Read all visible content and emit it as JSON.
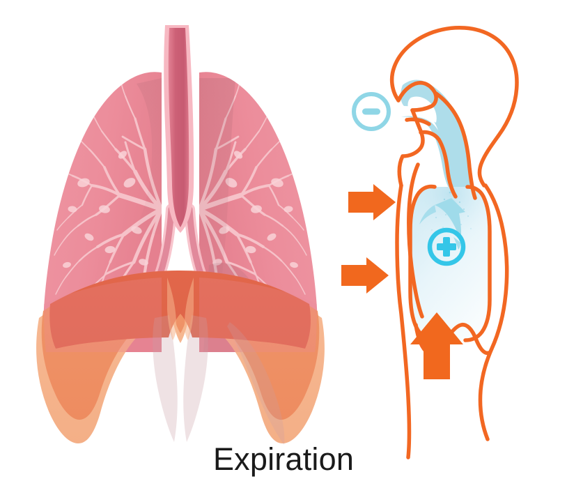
{
  "figure": {
    "title": "Expiration",
    "subject": "respiratory-mechanics-diagram",
    "background_color": "#ffffff"
  },
  "caption": {
    "text": "Expiration"
  },
  "palette": {
    "orange_stroke": "#F26722",
    "orange_arrow": "#F1681E",
    "lung_pink": "#ED919E",
    "lung_pink_light": "#F6B7BE",
    "bronchi_light": "#F8CBD1",
    "trachea_rose": "#D0647A",
    "trachea_outline": "#F7B8C2",
    "diaphragm_dark": "#E2674A",
    "diaphragm_mid": "#EE8F63",
    "diaphragm_light": "#F4AC81",
    "airway_blue": "#AEDDEA",
    "cavity_blue": "#D8EEF5",
    "minus_blue": "#8FD6E6",
    "plus_cyan": "#34C6E8",
    "arrow_blue": "#9FDBEA",
    "caption_color": "#1a1a1a"
  },
  "left_panel": {
    "name": "anatomical-lungs-illustration",
    "parts": [
      {
        "id": "trachea",
        "label": "Trachea"
      },
      {
        "id": "left-lung",
        "label": "Left lung"
      },
      {
        "id": "right-lung",
        "label": "Right lung"
      },
      {
        "id": "bronchial-tree",
        "label": "Bronchial tree"
      },
      {
        "id": "diaphragm",
        "label": "Diaphragm (raised, domed)"
      }
    ]
  },
  "right_panel": {
    "name": "schematic-body-diagram",
    "parts": [
      {
        "id": "head-outline",
        "label": "Head outline"
      },
      {
        "id": "nasal-airway",
        "label": "Nasal and oral airway"
      },
      {
        "id": "trachea-channel",
        "label": "Trachea channel"
      },
      {
        "id": "chest-cavity",
        "label": "Thoracic cavity"
      },
      {
        "id": "diaphragm-curve",
        "label": "Diaphragm"
      },
      {
        "id": "body-outline",
        "label": "Body outline"
      }
    ],
    "symbols": [
      {
        "id": "minus-symbol",
        "glyph": "−",
        "meaning": "Negative pressure at airway opening",
        "color": "#8FD6E6"
      },
      {
        "id": "plus-symbol",
        "glyph": "+",
        "meaning": "Positive intrapulmonary pressure",
        "color": "#34C6E8"
      }
    ],
    "arrows": [
      {
        "id": "rib-arrow-upper",
        "direction": "right",
        "meaning": "Rib cage moves inward and downward",
        "color": "#F1681E"
      },
      {
        "id": "rib-arrow-lower",
        "direction": "right",
        "meaning": "Rib cage moves inward and downward",
        "color": "#F1681E"
      },
      {
        "id": "diaphragm-arrow",
        "direction": "up",
        "meaning": "Diaphragm relaxes and moves upward",
        "color": "#F1681E"
      },
      {
        "id": "airflow-arrow",
        "direction": "up",
        "meaning": "Air flows out of the lungs",
        "color": "#9FDBEA"
      }
    ]
  }
}
